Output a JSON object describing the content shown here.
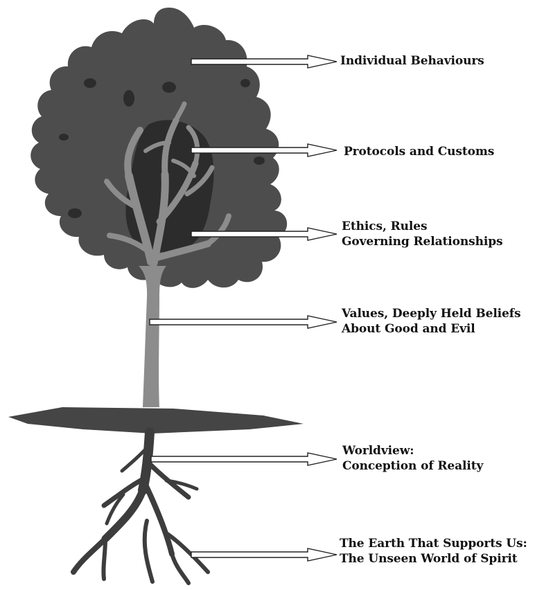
{
  "diagram": {
    "colors": {
      "canopy": "#4d4d4d",
      "canopy_dark": "#2c2c2c",
      "branches": "#8c8c8c",
      "trunk": "#8c8c8c",
      "ground": "#454545",
      "roots": "#3d3d3d",
      "arrow_fill": "#ffffff",
      "arrow_stroke": "#222222",
      "text": "#111111"
    },
    "labels": [
      {
        "id": "individual-behaviours",
        "lines": [
          "Individual Behaviours"
        ]
      },
      {
        "id": "protocols-customs",
        "lines": [
          "Protocols and Customs"
        ]
      },
      {
        "id": "ethics-rules",
        "lines": [
          "Ethics, Rules",
          "Governing Relationships"
        ]
      },
      {
        "id": "values-beliefs",
        "lines": [
          "Values, Deeply Held Beliefs",
          "About Good and Evil"
        ]
      },
      {
        "id": "worldview",
        "lines": [
          "Worldview:",
          "Conception of Reality"
        ]
      },
      {
        "id": "earth-spirit",
        "lines": [
          "The Earth That Supports Us:",
          "The Unseen World of Spirit"
        ]
      }
    ]
  }
}
